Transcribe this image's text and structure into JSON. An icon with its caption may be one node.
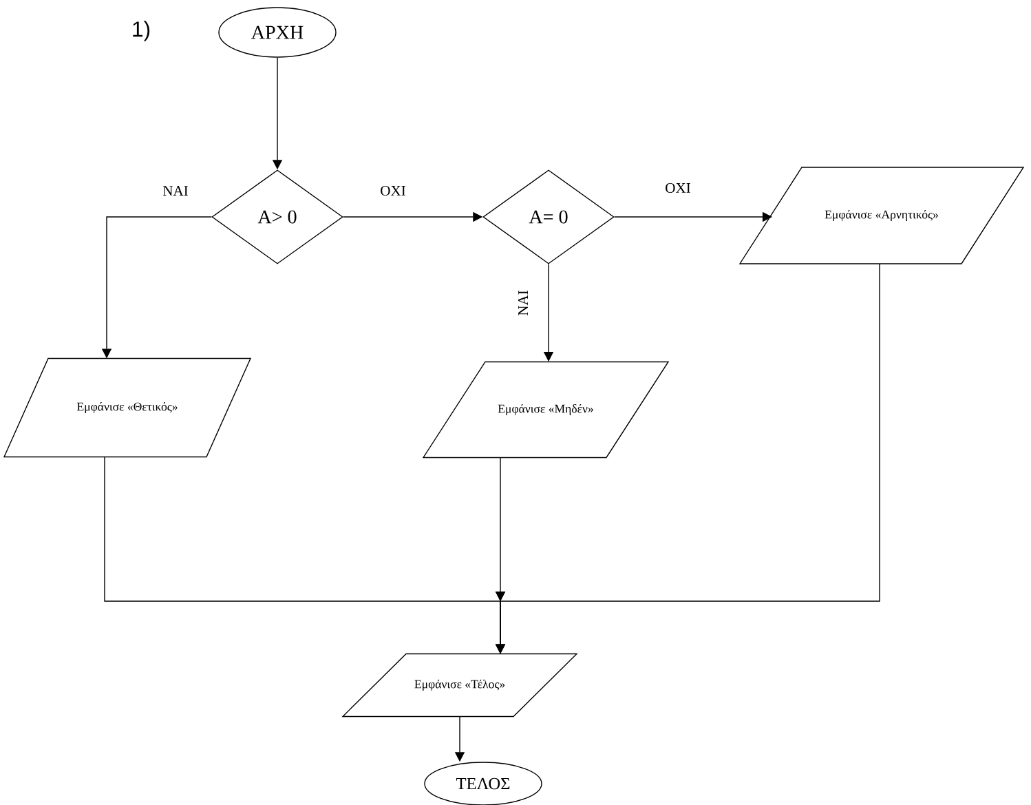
{
  "diagram": {
    "nodes": [
      {
        "text": [
          "ΑΡΧΗ"
        ]
      },
      {
        "text": [
          "Α> 0"
        ]
      },
      {
        "text": [
          "Α= 0"
        ]
      },
      {
        "text": [
          "Εμφάνισε «Θετικός»"
        ]
      },
      {
        "text": [
          "Εμφάνισε «Μηδέν»"
        ]
      },
      {
        "text": [
          "Εμφάνισε «Αρνητικός»"
        ]
      },
      {
        "text": [
          "Εμφάνισε «Τέλος»"
        ]
      },
      {
        "text": [
          "ΤΕΛΟΣ"
        ]
      }
    ],
    "edges": [
      {
        "from": 0,
        "to": 1,
        "arrow": "to"
      },
      {
        "from": 1,
        "to": 3,
        "arrow": "to",
        "label": "ΝΑΙ"
      },
      {
        "from": 1,
        "to": 2,
        "arrow": "to",
        "label": "ΟΧΙ"
      },
      {
        "from": 2,
        "to": 5,
        "arrow": "to",
        "label": "ΟΧΙ"
      },
      {
        "from": 2,
        "to": 4,
        "arrow": "to",
        "label": "ΝΑΙ"
      },
      {
        "from": 3,
        "to": 6,
        "arrow": "to"
      },
      {
        "from": 4,
        "to": 6,
        "arrow": "to"
      },
      {
        "from": 5,
        "to": 6,
        "arrow": "to"
      },
      {
        "from": 6,
        "to": 7,
        "arrow": "to"
      }
    ],
    "labels": [
      "1)"
    ]
  }
}
